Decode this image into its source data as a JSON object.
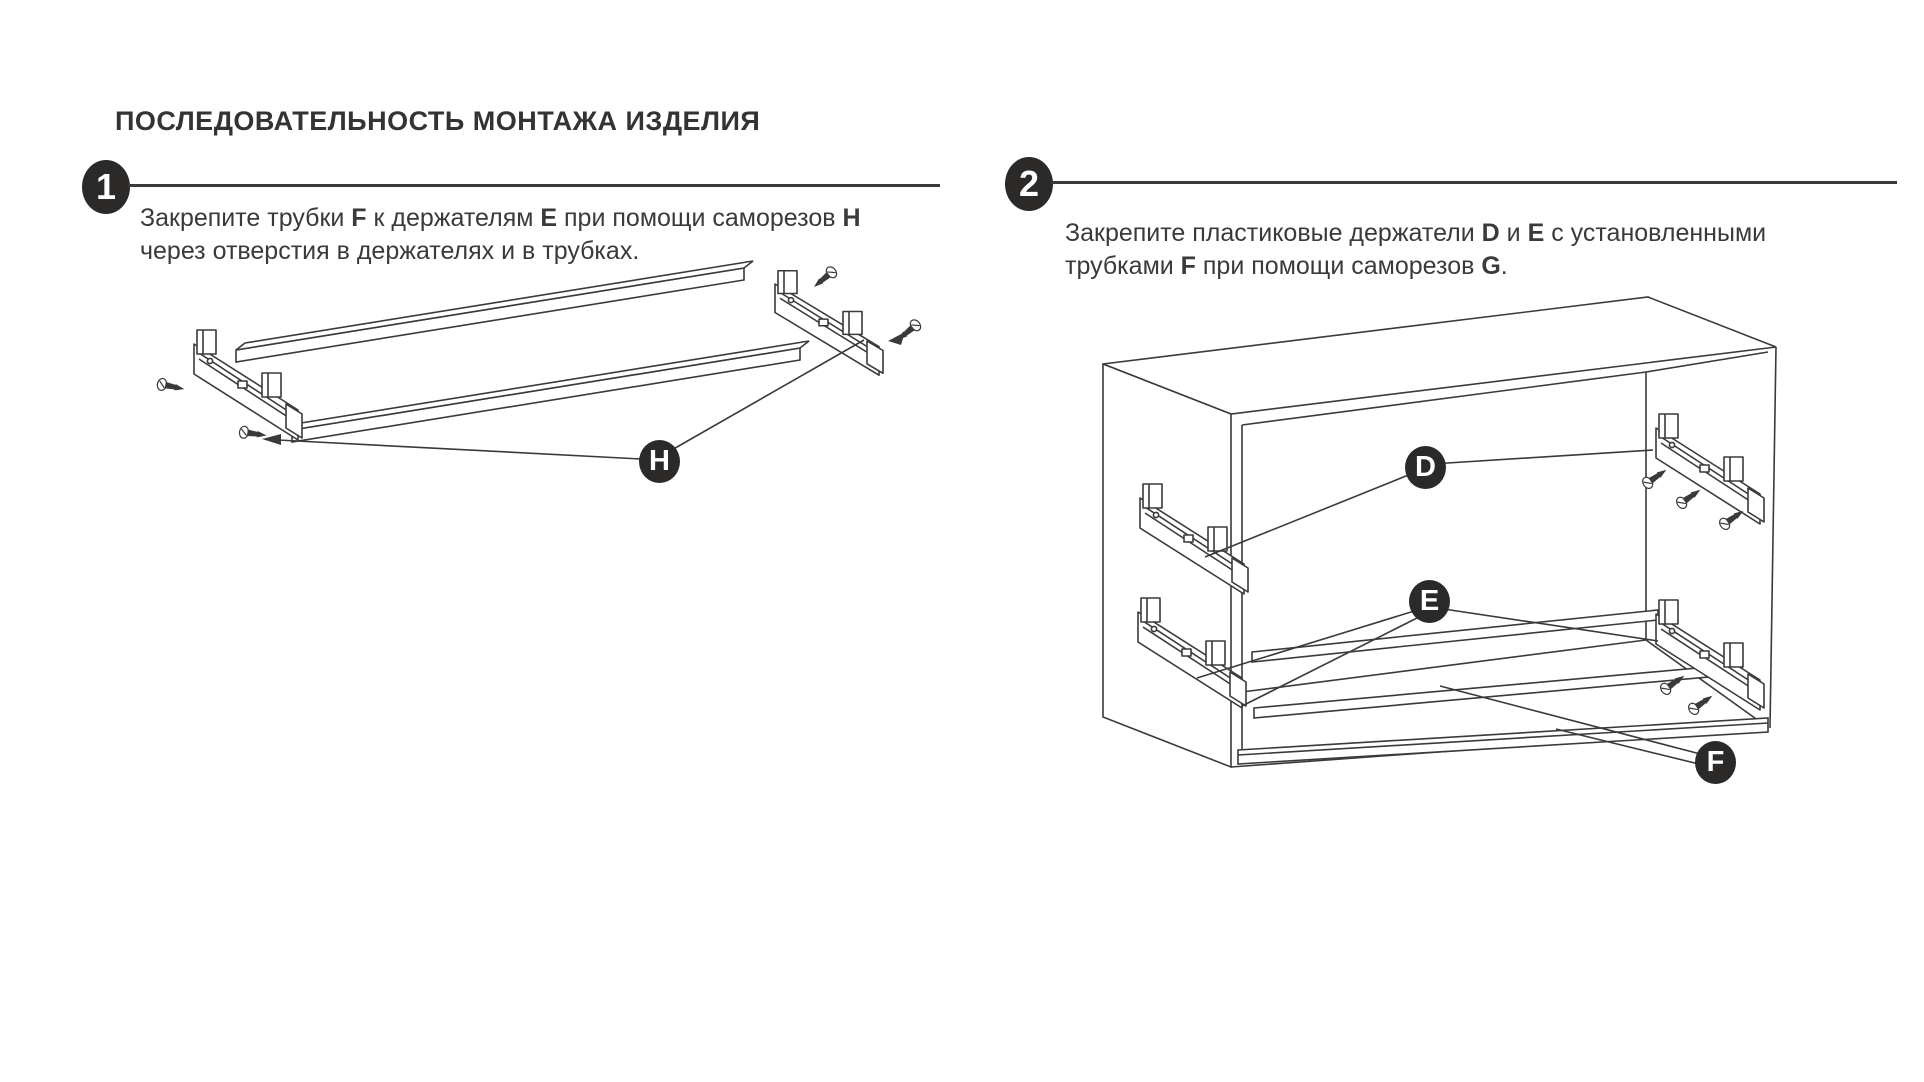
{
  "title": "ПОСЛЕДОВАТЕЛЬНОСТЬ МОНТАЖА ИЗДЕЛИЯ",
  "colors": {
    "ink": "#3a3a3a",
    "badge_background": "#2b2a29",
    "badge_text": "#ffffff",
    "page_background": "#ffffff"
  },
  "steps": [
    {
      "number": "1",
      "lines": [
        [
          {
            "text": "Закрепите трубки "
          },
          {
            "text": "F",
            "bold": true
          },
          {
            "text": " к держателям "
          },
          {
            "text": "E",
            "bold": true
          },
          {
            "text": " при помощи саморезов "
          },
          {
            "text": "H",
            "bold": true
          }
        ],
        [
          {
            "text": "через отверстия в держателях и в трубках."
          }
        ]
      ]
    },
    {
      "number": "2",
      "lines": [
        [
          {
            "text": "Закрепите пластиковые держатели "
          },
          {
            "text": "D",
            "bold": true
          },
          {
            "text": " и "
          },
          {
            "text": "E",
            "bold": true
          },
          {
            "text": " с установленными"
          }
        ],
        [
          {
            "text": "трубками "
          },
          {
            "text": "F",
            "bold": true
          },
          {
            "text": " при помощи саморезов "
          },
          {
            "text": "G",
            "bold": true
          },
          {
            "text": "."
          }
        ]
      ]
    }
  ],
  "part_labels": [
    {
      "id": "H",
      "letter": "H"
    },
    {
      "id": "D",
      "letter": "D"
    },
    {
      "id": "E",
      "letter": "E"
    },
    {
      "id": "F",
      "letter": "F"
    }
  ]
}
